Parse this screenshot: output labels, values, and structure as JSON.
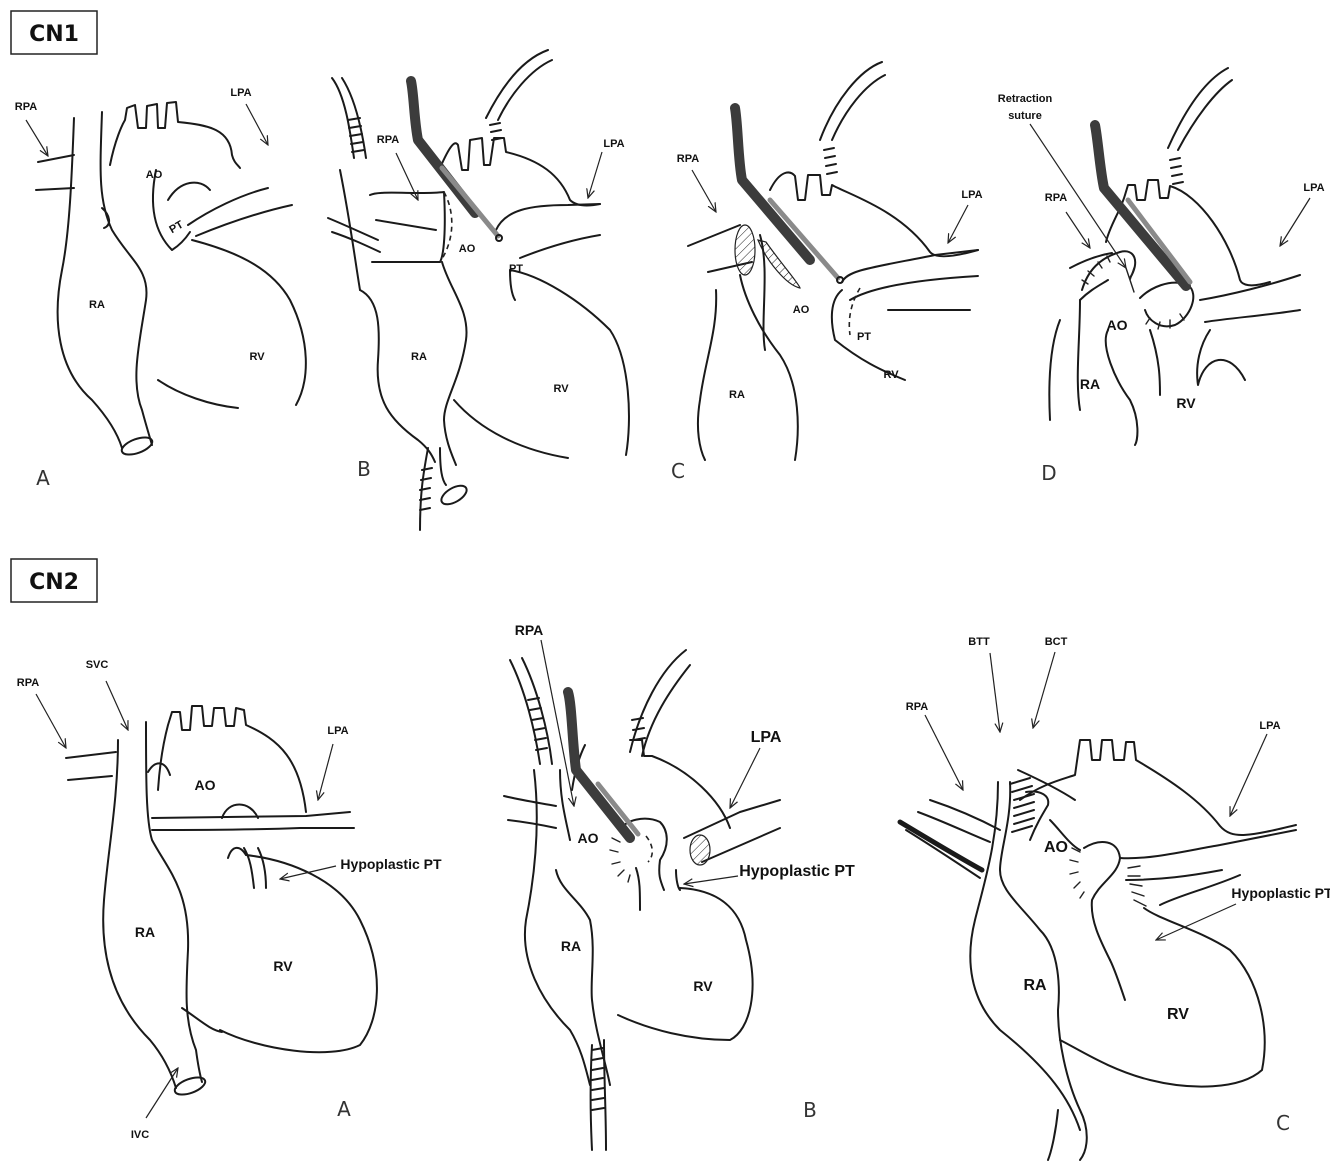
{
  "sections": [
    {
      "title": "CN1",
      "panels": [
        {
          "letter": "A",
          "labels": [
            "RPA",
            "LPA",
            "AO",
            "PT",
            "RA",
            "RV"
          ]
        },
        {
          "letter": "B",
          "labels": [
            "RPA",
            "LPA",
            "AO",
            "PT",
            "RA",
            "RV"
          ]
        },
        {
          "letter": "C",
          "labels": [
            "RPA",
            "LPA",
            "AO",
            "PT",
            "RA",
            "RV"
          ]
        },
        {
          "letter": "D",
          "labels": [
            "Retraction",
            "suture",
            "RPA",
            "LPA",
            "AO",
            "RA",
            "RV"
          ]
        }
      ]
    },
    {
      "title": "CN2",
      "panels": [
        {
          "letter": "A",
          "labels": [
            "RPA",
            "SVC",
            "LPA",
            "AO",
            "Hypoplastic PT",
            "RA",
            "RV",
            "IVC"
          ]
        },
        {
          "letter": "B",
          "labels": [
            "RPA",
            "LPA",
            "AO",
            "Hypoplastic PT",
            "RA",
            "RV"
          ]
        },
        {
          "letter": "C",
          "labels": [
            "BTT",
            "BCT",
            "RPA",
            "LPA",
            "AO",
            "Hypoplastic PT",
            "RA",
            "RV"
          ]
        }
      ]
    }
  ]
}
